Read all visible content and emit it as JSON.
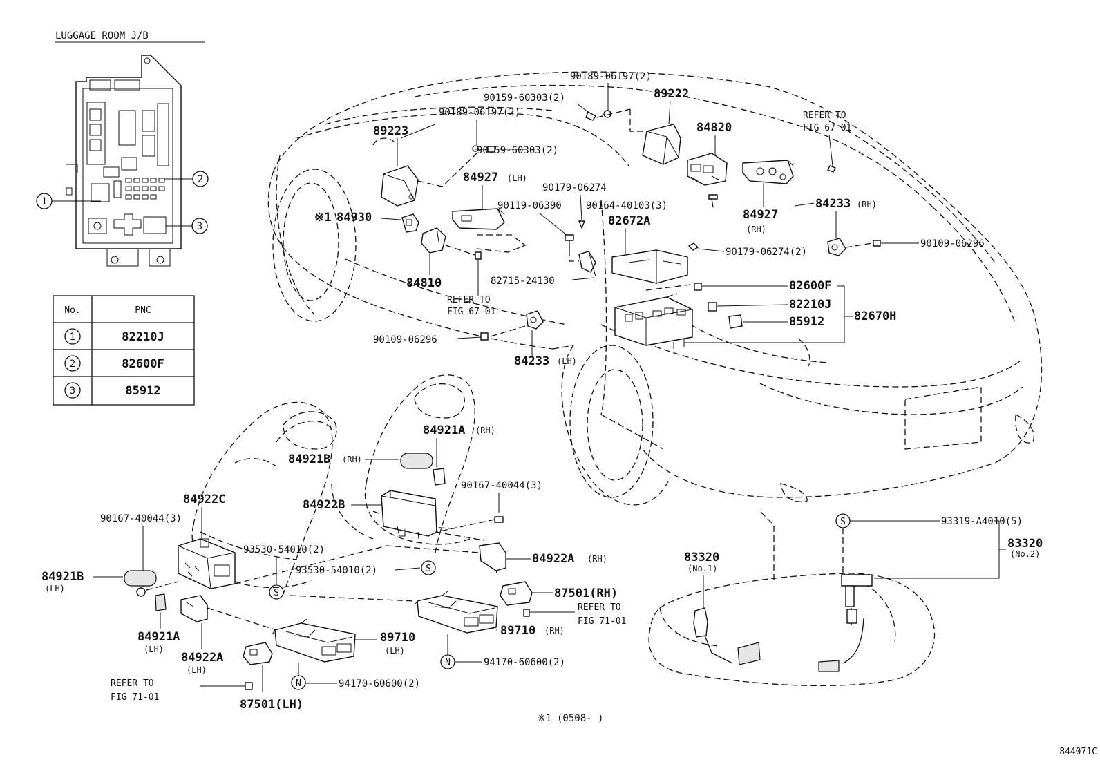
{
  "title": "LUGGAGE ROOM J/B",
  "figure_code": "844071C",
  "footnote_prefix": "※1",
  "footnote_range": "(0508-        )",
  "jb_table": {
    "header_no": "No.",
    "header_pnc": "PNC",
    "rows": [
      {
        "no": "1",
        "pnc": "82210J"
      },
      {
        "no": "2",
        "pnc": "82600F"
      },
      {
        "no": "3",
        "pnc": "85912"
      }
    ]
  },
  "jb_callouts": [
    "1",
    "2",
    "3"
  ],
  "markers": {
    "s": "S",
    "n": "N",
    "note": "※1"
  },
  "labels": {
    "p90189_top": "90189-06197(2)",
    "p90159_top": "90159-60303(2)",
    "p89222": "89222",
    "p90189_mid": "90189-06197(2)",
    "p89223": "89223",
    "p84820": "84820",
    "refer_67_top_1": "REFER TO",
    "refer_67_top_2": "FIG 67-01",
    "p90159_mid": "90159-60303(2)",
    "p84927_lh": "84927",
    "lh": "(LH)",
    "rh": "(RH)",
    "p90179_a": "90179-06274",
    "p90119": "90119-06390",
    "p90164": "90164-40103(3)",
    "p84927_rh": "84927",
    "p84233_rh": "84233",
    "p84930": "84930",
    "p82672a": "82672A",
    "p90179_b": "90179-06274(2)",
    "p90109_r": "90109-06296",
    "p84810": "84810",
    "p82715": "82715-24130",
    "p82600f": "82600F",
    "refer_67_mid_1": "REFER TO",
    "refer_67_mid_2": "FIG 67-01",
    "p82210j": "82210J",
    "p82670h": "82670H",
    "p85912": "85912",
    "p90109_l": "90109-06296",
    "p84233_lh": "84233",
    "p84921a_rh": "84921A",
    "p84921b_rh": "84921B",
    "p84922c": "84922C",
    "p84922b": "84922B",
    "p90167_r": "90167-40044(3)",
    "p90167_l": "90167-40044(3)",
    "p93530_a": "93530-54010(2)",
    "p93319": "93319-A4010(5)",
    "p83320_no2": "83320",
    "no2": "(No.2)",
    "p83320_no1": "83320",
    "no1": "(No.1)",
    "p84922a_rh": "84922A",
    "p84921b_lh": "84921B",
    "p93530_b": "93530-54010(2)",
    "p87501_rh": "87501(RH)",
    "refer_71_r_1": "REFER TO",
    "refer_71_r_2": "FIG 71-01",
    "p89710_rh": "89710",
    "p84921a_lh": "84921A",
    "p89710_lh": "89710",
    "p84922a_lh": "84922A",
    "p94170_r": "94170-60600(2)",
    "refer_71_l_1": "REFER TO",
    "refer_71_l_2": "FIG 71-01",
    "p94170_l": "94170-60600(2)",
    "p87501_lh": "87501(LH)"
  }
}
